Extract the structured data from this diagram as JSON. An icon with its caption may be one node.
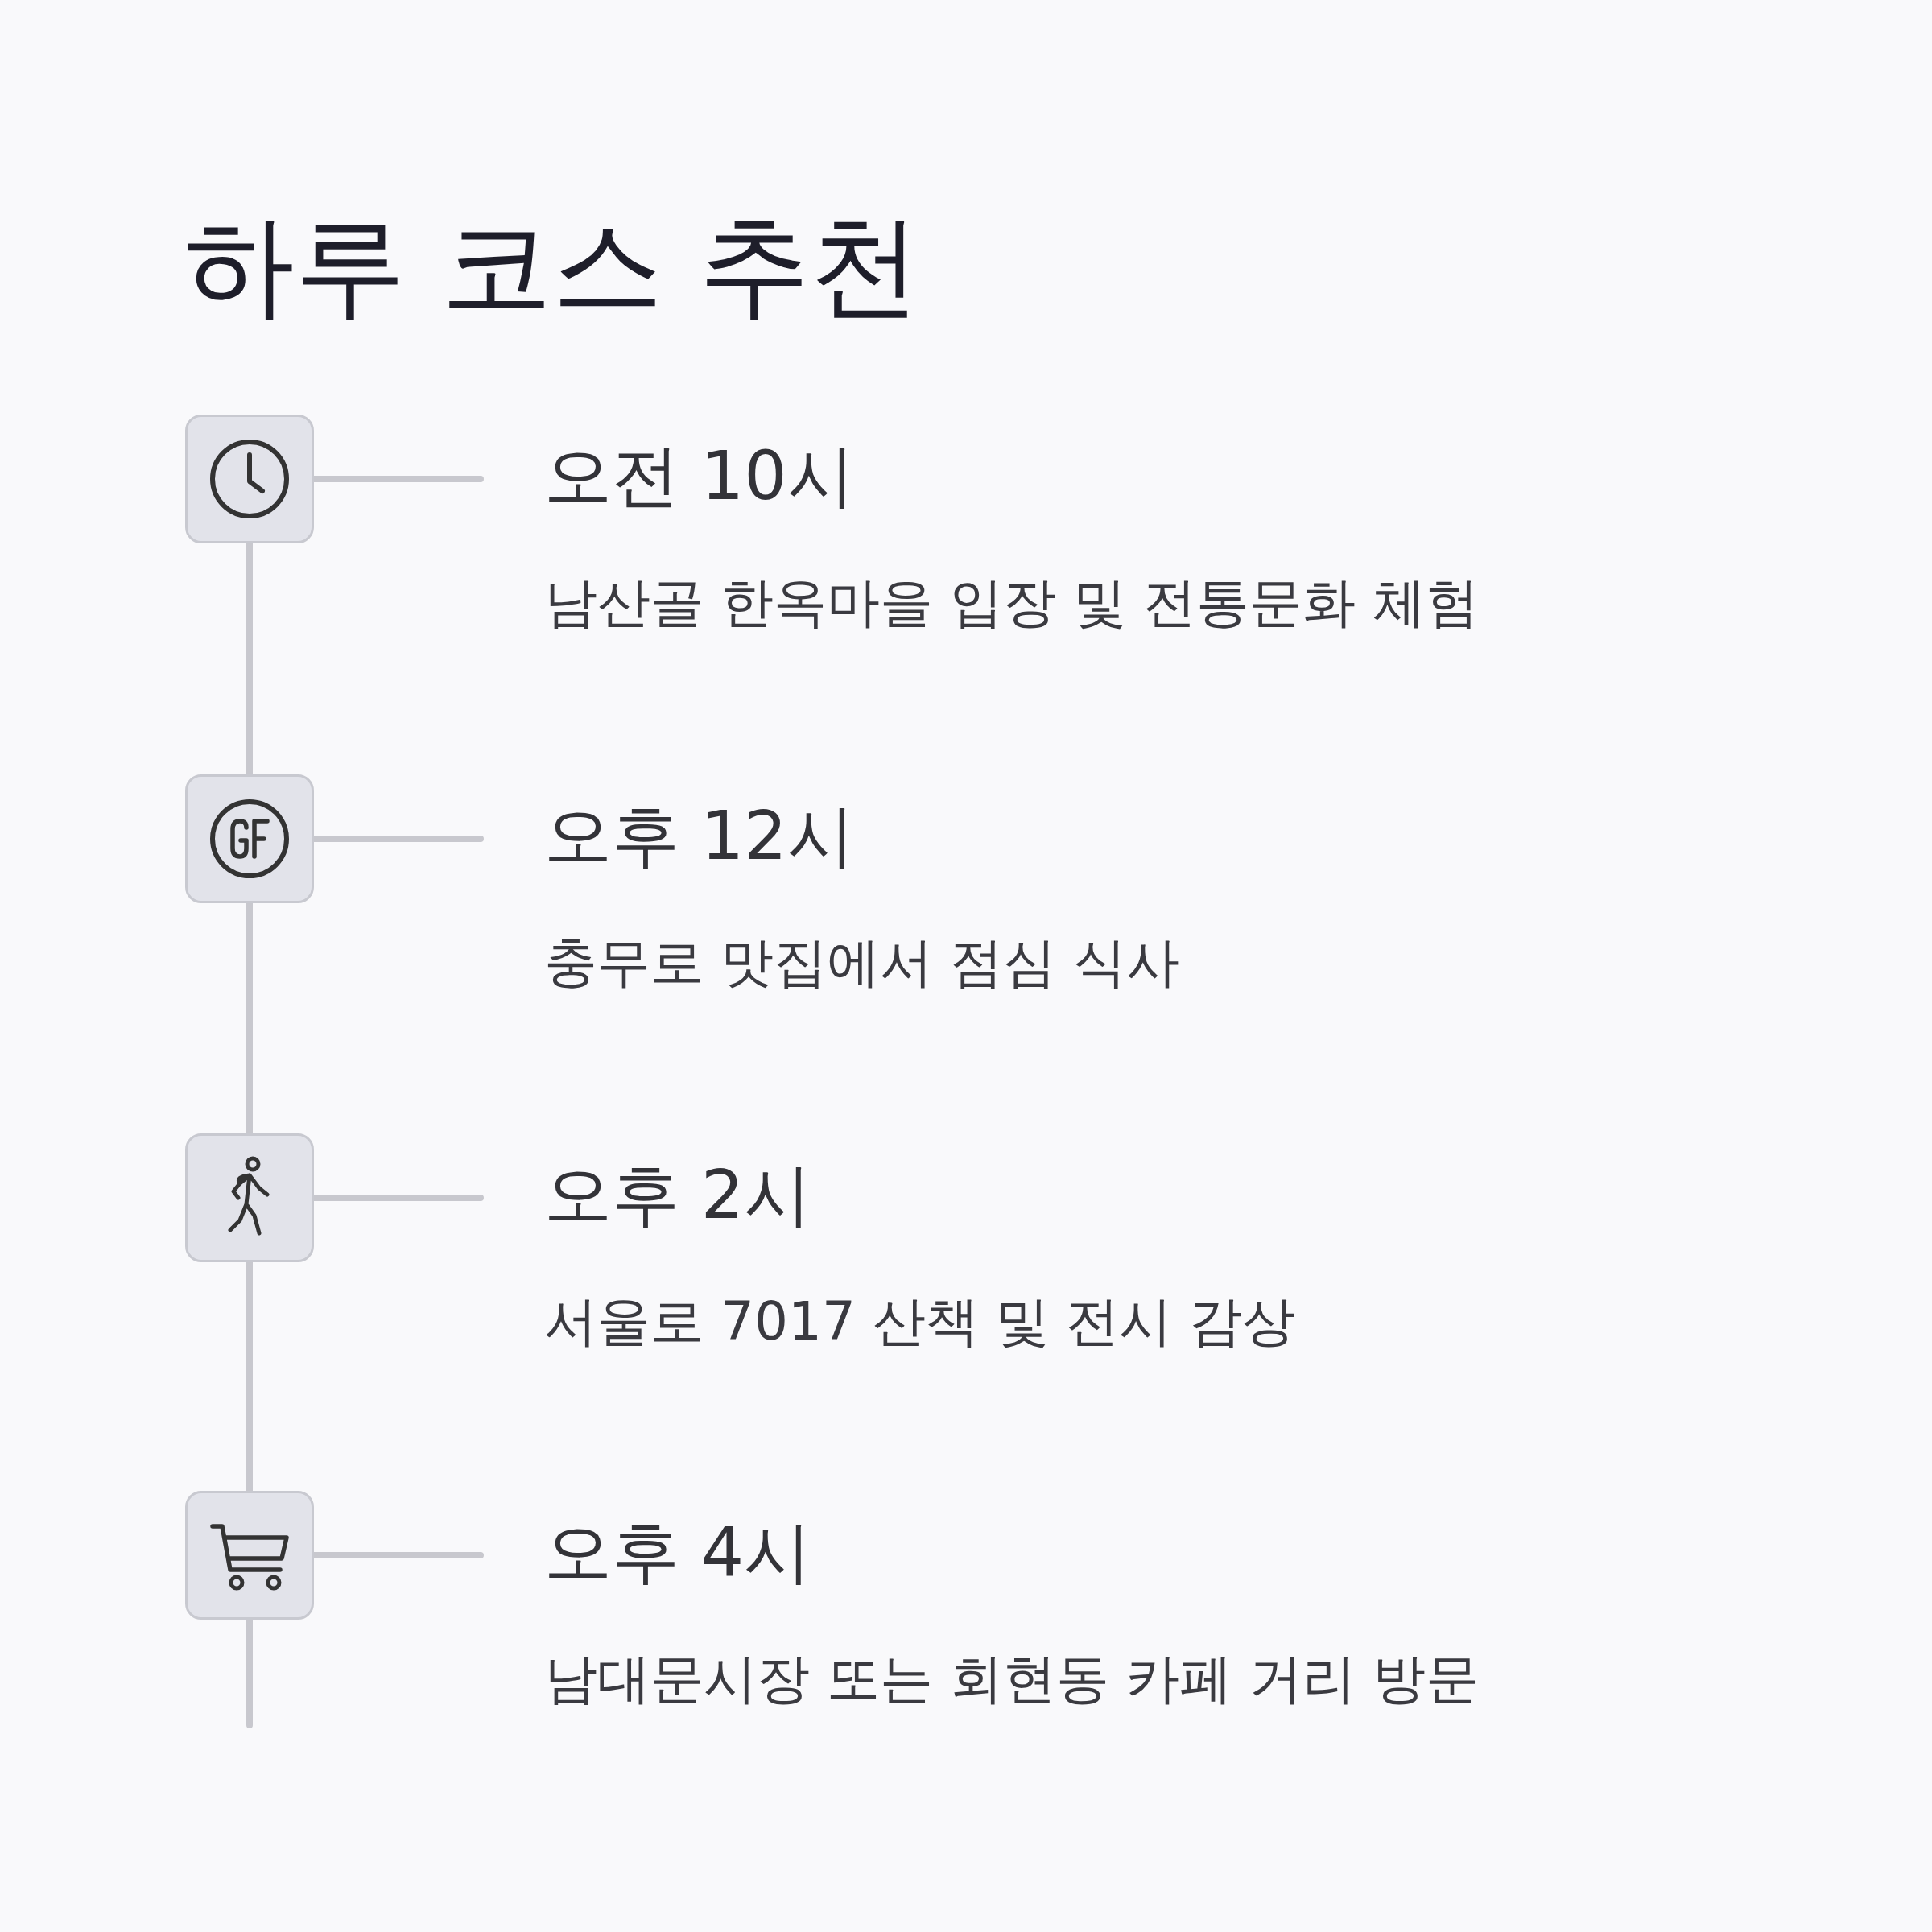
{
  "diagram": {
    "title": "하루 코스 추천",
    "nodes": [
      {
        "text": [],
        "shape": "box"
      },
      {
        "text": [
          "오전 10시",
          "남산골 한옥마을 입장 및 전통문화 체험"
        ]
      },
      {
        "text": [],
        "shape": "box"
      },
      {
        "text": [
          "오후 12시",
          "충무로 맛집에서 점심 식사"
        ]
      },
      {
        "text": [],
        "shape": "box"
      },
      {
        "text": [
          "오후 2시",
          "서울로 7017 산책 및 전시 감상"
        ]
      },
      {
        "text": [],
        "shape": "box"
      },
      {
        "text": [
          "오후 4시",
          "남대문시장 또는 회현동 카페 거리 방문"
        ]
      }
    ],
    "edges": [
      {
        "from": 0,
        "to": 1,
        "arrow": "none"
      },
      {
        "from": 2,
        "to": 3,
        "arrow": "none"
      },
      {
        "from": 4,
        "to": 5,
        "arrow": "none"
      },
      {
        "from": 6,
        "to": 7,
        "arrow": "none"
      },
      {
        "from": 0,
        "to": 2,
        "arrow": "none"
      },
      {
        "from": 2,
        "to": 4,
        "arrow": "none"
      },
      {
        "from": 4,
        "to": 6,
        "arrow": "none"
      },
      {
        "from": 6,
        "to": null,
        "arrow": "none"
      }
    ]
  }
}
